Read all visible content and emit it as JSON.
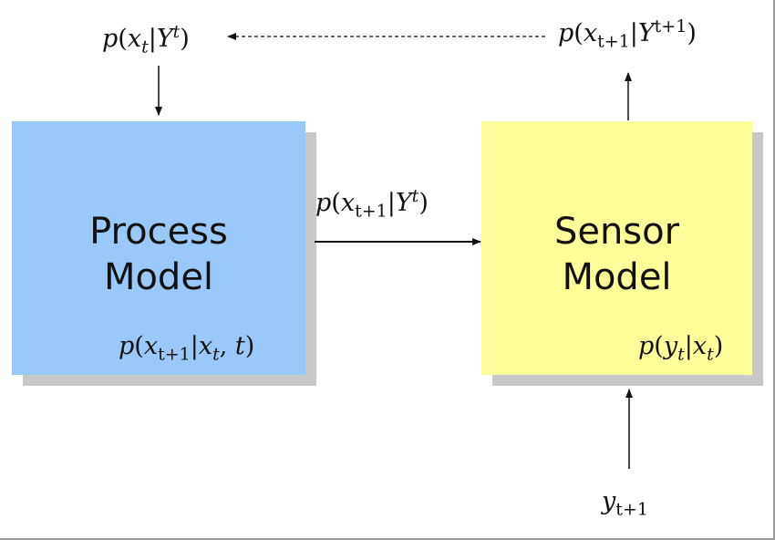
{
  "process_model": {
    "title_line1": "Process",
    "title_line2": "Model",
    "formula": {
      "p": "p",
      "x": "x",
      "sub1": "t+1",
      "bar": "|",
      "x2": "x",
      "sub2": "t",
      "comma": ",",
      "t": "t",
      "close": ")"
    }
  },
  "sensor_model": {
    "title_line1": "Sensor",
    "title_line2": "Model",
    "formula": {
      "p": "p",
      "y": "y",
      "sub1": "t",
      "bar": "|",
      "x": "x",
      "sub2": "t",
      "close": ")"
    }
  },
  "labels": {
    "prior": {
      "p": "p",
      "x": "x",
      "sub": "t",
      "bar": "|",
      "Y": "Y",
      "sup": "t",
      "close": ")"
    },
    "posterior": {
      "p": "p",
      "x": "x",
      "sub": "t+1",
      "bar": "|",
      "Y": "Y",
      "sup": "t+1",
      "close": ")"
    },
    "prediction": {
      "p": "p",
      "x": "x",
      "sub": "t+1",
      "bar": "|",
      "Y": "Y",
      "sup": "t",
      "close": ")"
    },
    "measurement": {
      "y": "y",
      "sub": "t+1"
    }
  }
}
